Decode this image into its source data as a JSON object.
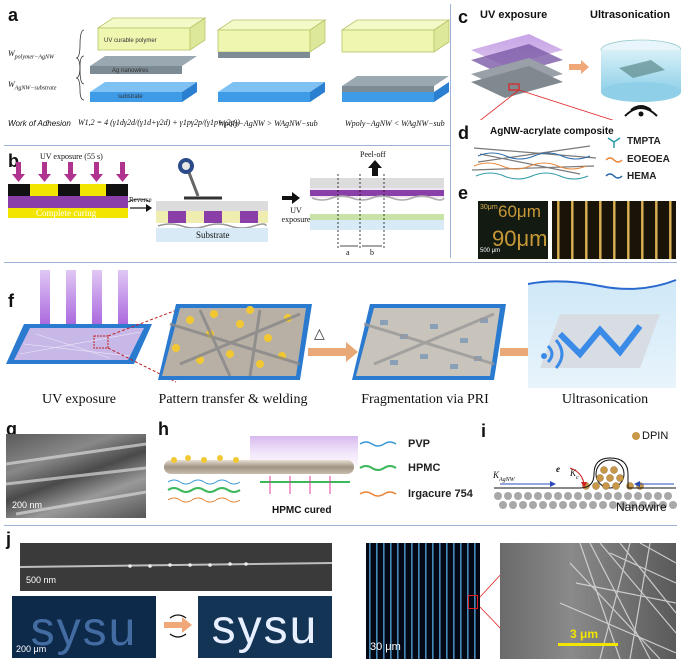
{
  "panel_labels": {
    "a": "a",
    "b": "b",
    "c": "c",
    "d": "d",
    "e": "e",
    "f": "f",
    "g": "g",
    "h": "h",
    "i": "i",
    "j": "j"
  },
  "panel_a": {
    "layer_polymer": "UV curable polymer",
    "layer_agnw": "Ag nanowires",
    "layer_substrate": "substrate",
    "w_poly_label": "W",
    "w_poly_sub": "polymer−AgNW",
    "w_agnw_label": "W",
    "w_agnw_sub": "AgNW−substrate",
    "work_of_adhesion": "Work of Adhesion",
    "formula": "W1,2 = 4 (γ1dγ2d/(γ1d+γ2d) + γ1pγ2p/(γ1p+γ2p))",
    "cmp_1": "Wpoly−AgNW > WAgNW−sub",
    "cmp_2": "Wpoly−AgNW < WAgNW−sub"
  },
  "panel_b": {
    "uv_exposure": "UV exposure (55 s)",
    "complete_curing": "Complete curing",
    "reverse": "Reverse",
    "substrate": "Substrate",
    "uv_exposure_2": "UV exposure",
    "peel_off": "Peel-off",
    "dim_a": "a",
    "dim_b": "b"
  },
  "panel_c": {
    "uv_exposure": "UV exposure",
    "ultrasonication": "Ultrasonication"
  },
  "panel_d": {
    "title": "AgNW-acrylate composite",
    "legend": [
      "TMPTA",
      "EOEOEA",
      "HEMA"
    ],
    "legend_colors": [
      "#2a9aa8",
      "#e8863a",
      "#2a6aa8"
    ]
  },
  "panel_e": {
    "label_30": "30μm",
    "label_60": "60μm",
    "label_90": "90μm",
    "scale": "500 μm"
  },
  "panel_f": {
    "captions": [
      "UV exposure",
      "Pattern transfer & welding",
      "Fragmentation via PRI",
      "Ultrasonication"
    ],
    "delta": "△"
  },
  "panel_g": {
    "scale": "200 nm"
  },
  "panel_h": {
    "legend": [
      "PVP",
      "HPMC",
      "Irgacure 754"
    ],
    "legend_colors": [
      "#3a9ad8",
      "#3ab85a",
      "#e8863a"
    ],
    "cured": "HPMC cured"
  },
  "panel_i": {
    "dpin": "DPIN",
    "k_agnw": "K",
    "k_agnw_sub": "AgNW",
    "e": "e",
    "k_c": "K",
    "k_c_sub": "c",
    "nanowire": "Nanowire"
  },
  "panel_j": {
    "scale_top": "500 nm",
    "scale_bl": "200 μm",
    "word": "sysu",
    "scale_mid": "30 μm",
    "scale_right": "3 μm"
  }
}
